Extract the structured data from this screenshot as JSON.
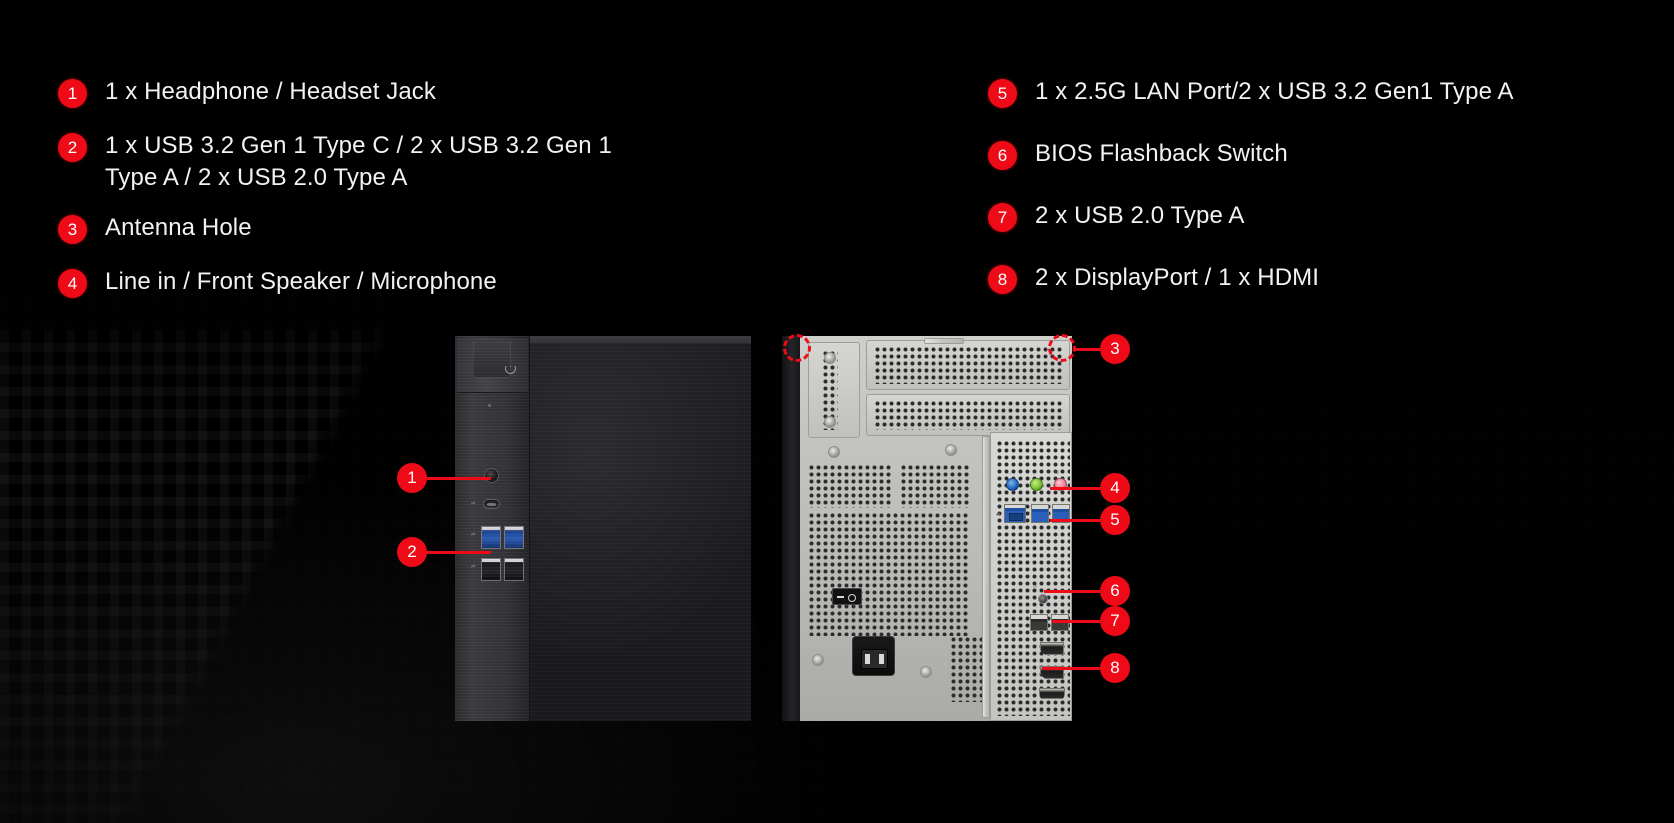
{
  "legend": {
    "left_column": [
      {
        "number": "1",
        "label": "1 x Headphone / Headset Jack"
      },
      {
        "number": "2",
        "label": "1 x USB 3.2 Gen 1 Type C / 2 x USB 3.2 Gen 1 Type A / 2 x USB 2.0 Type A"
      },
      {
        "number": "3",
        "label": "Antenna Hole"
      },
      {
        "number": "4",
        "label": "Line in / Front Speaker / Microphone"
      }
    ],
    "right_column": [
      {
        "number": "5",
        "label": "1 x 2.5G LAN Port/2 x USB 3.2 Gen1 Type A"
      },
      {
        "number": "6",
        "label": "BIOS Flashback Switch"
      },
      {
        "number": "7",
        "label": "2 x USB 2.0 Type A"
      },
      {
        "number": "8",
        "label": "2 x DisplayPort  / 1 x HDMI"
      }
    ]
  },
  "callouts": {
    "front": [
      {
        "number": "1"
      },
      {
        "number": "2"
      }
    ],
    "rear": [
      {
        "number": "3"
      },
      {
        "number": "4"
      },
      {
        "number": "5"
      },
      {
        "number": "6"
      },
      {
        "number": "7"
      },
      {
        "number": "8"
      }
    ]
  },
  "colors": {
    "accent": "#ee0a17",
    "background": "#000000",
    "text": "#f2f2f2",
    "audio_line_in": "#1d63c0",
    "audio_front_speaker": "#76c22e",
    "audio_microphone": "#f07b97",
    "usb_superspeed": "#2a5fb8"
  }
}
